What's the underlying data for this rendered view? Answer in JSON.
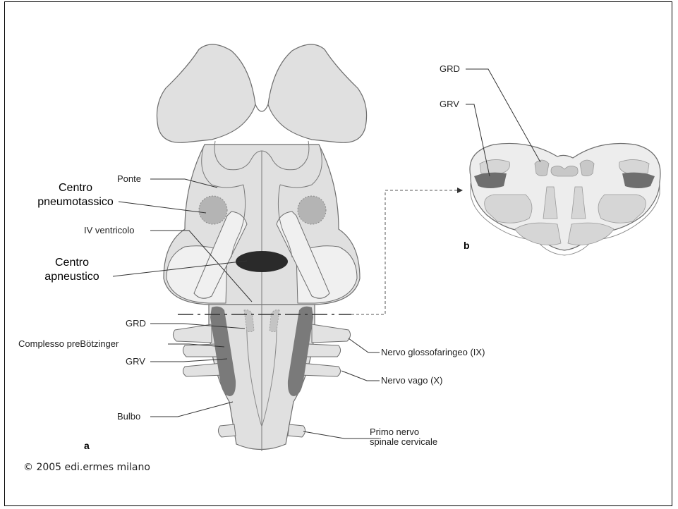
{
  "labels": {
    "ponte": "Ponte",
    "centro_pneumo_1": "Centro",
    "centro_pneumo_2": "pneumotassico",
    "iv_ventricolo": "IV ventricolo",
    "centro_apneu_1": "Centro",
    "centro_apneu_2": "apneustico",
    "grd_a": "GRD",
    "prebotzinger": "Complesso preBötzinger",
    "grv_a": "GRV",
    "bulbo": "Bulbo",
    "panel_a": "a",
    "nervo_glosso": "Nervo glossofaringeo (IX)",
    "nervo_vago": "Nervo vago (X)",
    "primo_nervo_1": "Primo nervo",
    "primo_nervo_2": "spinale cervicale",
    "grd_b": "GRD",
    "grv_b": "GRV",
    "panel_b": "b"
  },
  "copyright": "© 2005 edi.ermes milano",
  "colors": {
    "tissue": "#e0e0e0",
    "outline": "#6e6e6e",
    "light_region": "#f0f0f0",
    "pneumotaxic": "#b4b4b4",
    "apneustic": "#2a2a2a",
    "grd": "#c4c4c4",
    "grv": "#7a7a7a",
    "leader": "#333333"
  }
}
